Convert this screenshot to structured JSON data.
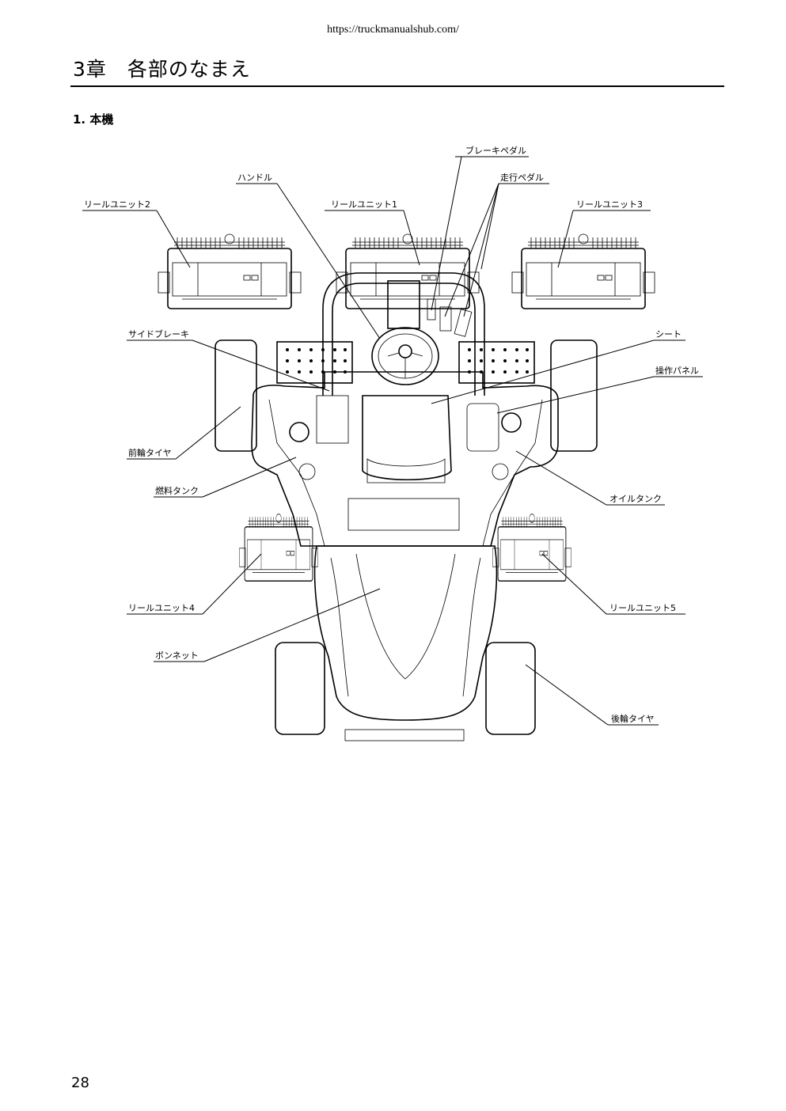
{
  "header": {
    "url": "https://truckmanualshub.com/"
  },
  "chapter_title": "3章　各部のなまえ",
  "section_title": "1. 本機",
  "labels": {
    "brake_pedal": "ブレーキペダル",
    "travel_pedal": "走行ペダル",
    "handle": "ハンドル",
    "reel_unit_2": "リールユニット2",
    "reel_unit_1": "リールユニット1",
    "reel_unit_3": "リールユニット3",
    "side_brake": "サイドブレーキ",
    "seat": "シート",
    "control_panel": "操作パネル",
    "front_tire": "前輪タイヤ",
    "fuel_tank": "燃料タンク",
    "oil_tank": "オイルタンク",
    "reel_unit_4": "リールユニット4",
    "reel_unit_5": "リールユニット5",
    "bonnet": "ボンネット",
    "rear_tire": "後輪タイヤ"
  },
  "footer": {
    "page_number": "28"
  }
}
